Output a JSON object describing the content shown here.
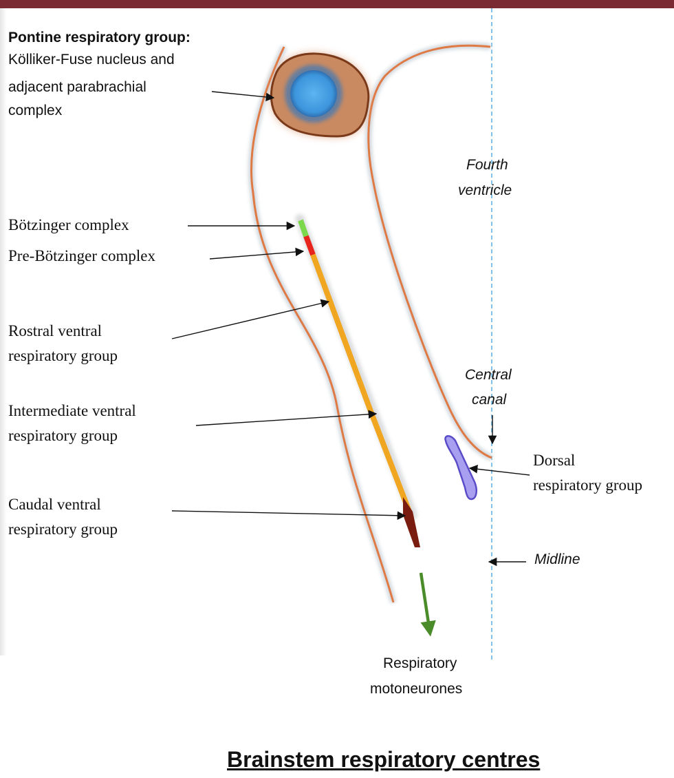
{
  "diagram": {
    "title": "Brainstem respiratory centres",
    "labels": {
      "pontine_heading": "Pontine respiratory group:",
      "pontine_line1": "Kölliker-Fuse nucleus and",
      "pontine_line2": "adjacent parabrachial",
      "pontine_line3": "complex",
      "fourth_ventricle_1": "Fourth",
      "fourth_ventricle_2": "ventricle",
      "botzinger": "Bötzinger complex",
      "pre_botzinger": "Pre-Bötzinger complex",
      "rostral_1": "Rostral ventral",
      "rostral_2": "respiratory group",
      "intermediate_1": "Intermediate ventral",
      "intermediate_2": "respiratory group",
      "caudal_1": "Caudal ventral",
      "caudal_2": "respiratory group",
      "central_canal_1": "Central",
      "central_canal_2": "canal",
      "dorsal_1": "Dorsal",
      "dorsal_2": "respiratory group",
      "midline": "Midline",
      "motoneurones_1": "Respiratory",
      "motoneurones_2": "motoneurones"
    },
    "colors": {
      "outline": "#e07a45",
      "pontine_nucleus": "#4aa3e6",
      "pontine_halo": "#c98a62",
      "botzinger": "#7bd84a",
      "pre_botzinger": "#e8251d",
      "ventral_column": "#f0a621",
      "caudal": "#7a1d10",
      "dorsal_group": "#a99ff0",
      "midline": "#5aaee0",
      "output_arrow": "#4b8c2a",
      "header_bar": "#7a2a33"
    }
  }
}
